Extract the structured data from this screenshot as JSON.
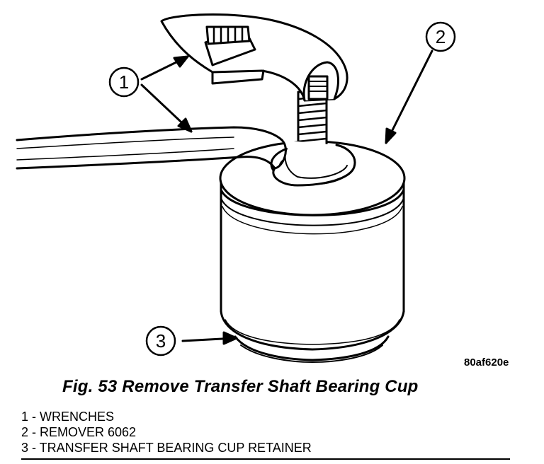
{
  "figure": {
    "code": "80af620e",
    "caption": "Fig. 53 Remove Transfer Shaft Bearing Cup"
  },
  "callouts": [
    {
      "number": "1",
      "label": "WRENCHES"
    },
    {
      "number": "2",
      "label": "REMOVER 6062"
    },
    {
      "number": "3",
      "label": "TRANSFER SHAFT BEARING CUP RETAINER"
    }
  ],
  "legend": [
    "1 - WRENCHES",
    "2 - REMOVER 6062",
    "3 - TRANSFER SHAFT BEARING CUP RETAINER"
  ]
}
